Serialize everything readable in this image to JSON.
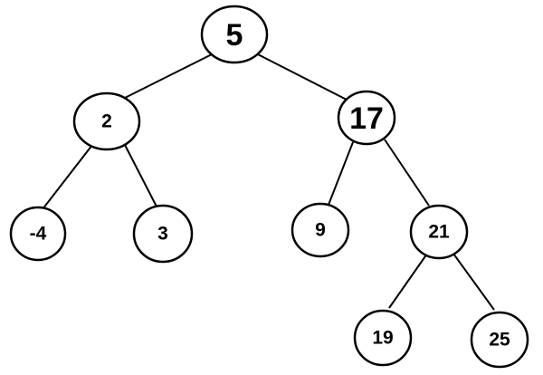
{
  "tree": {
    "root": "5",
    "nodes": [
      {
        "id": "n5",
        "label": "5",
        "parent": null
      },
      {
        "id": "n2",
        "label": "2",
        "parent": "n5"
      },
      {
        "id": "n17",
        "label": "17",
        "parent": "n5"
      },
      {
        "id": "nm4",
        "label": "-4",
        "parent": "n2"
      },
      {
        "id": "n3",
        "label": "3",
        "parent": "n2"
      },
      {
        "id": "n9",
        "label": "9",
        "parent": "n17"
      },
      {
        "id": "n21",
        "label": "21",
        "parent": "n17"
      },
      {
        "id": "n19",
        "label": "19",
        "parent": "n21"
      },
      {
        "id": "n25",
        "label": "25",
        "parent": "n21"
      }
    ]
  }
}
